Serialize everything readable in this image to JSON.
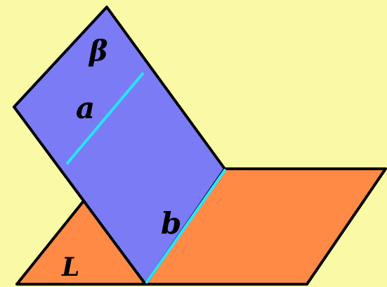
{
  "colors": {
    "background": "#fafaa6",
    "plane_beta": "#7b7bf6",
    "plane_l": "#ff8a45",
    "outline": "#000000",
    "line_highlight": "#25e6ff"
  },
  "labels": {
    "beta": "β",
    "line_a": "a",
    "line_b": "b",
    "plane_l": "L"
  }
}
